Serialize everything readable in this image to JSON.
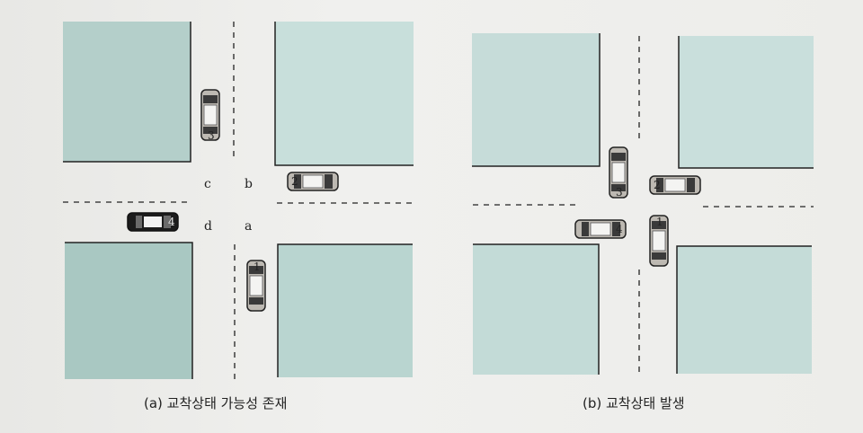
{
  "diagram_a": {
    "caption": "(a) 교착상태 가능성 존재",
    "cars": [
      {
        "number": "1"
      },
      {
        "number": "2"
      },
      {
        "number": "3"
      },
      {
        "number": "4"
      }
    ],
    "zone_labels": [
      "a",
      "b",
      "c",
      "d"
    ]
  },
  "diagram_b": {
    "caption": "(b) 교착상태 발생",
    "cars": [
      {
        "number": "1"
      },
      {
        "number": "2"
      },
      {
        "number": "3"
      },
      {
        "number": "4"
      }
    ]
  },
  "colors": {
    "block": "#b9d3ce",
    "block_light": "#c9dfdb",
    "car_body": "#bdb9b2",
    "car_black": "#1c1c1c",
    "line": "#222222"
  }
}
